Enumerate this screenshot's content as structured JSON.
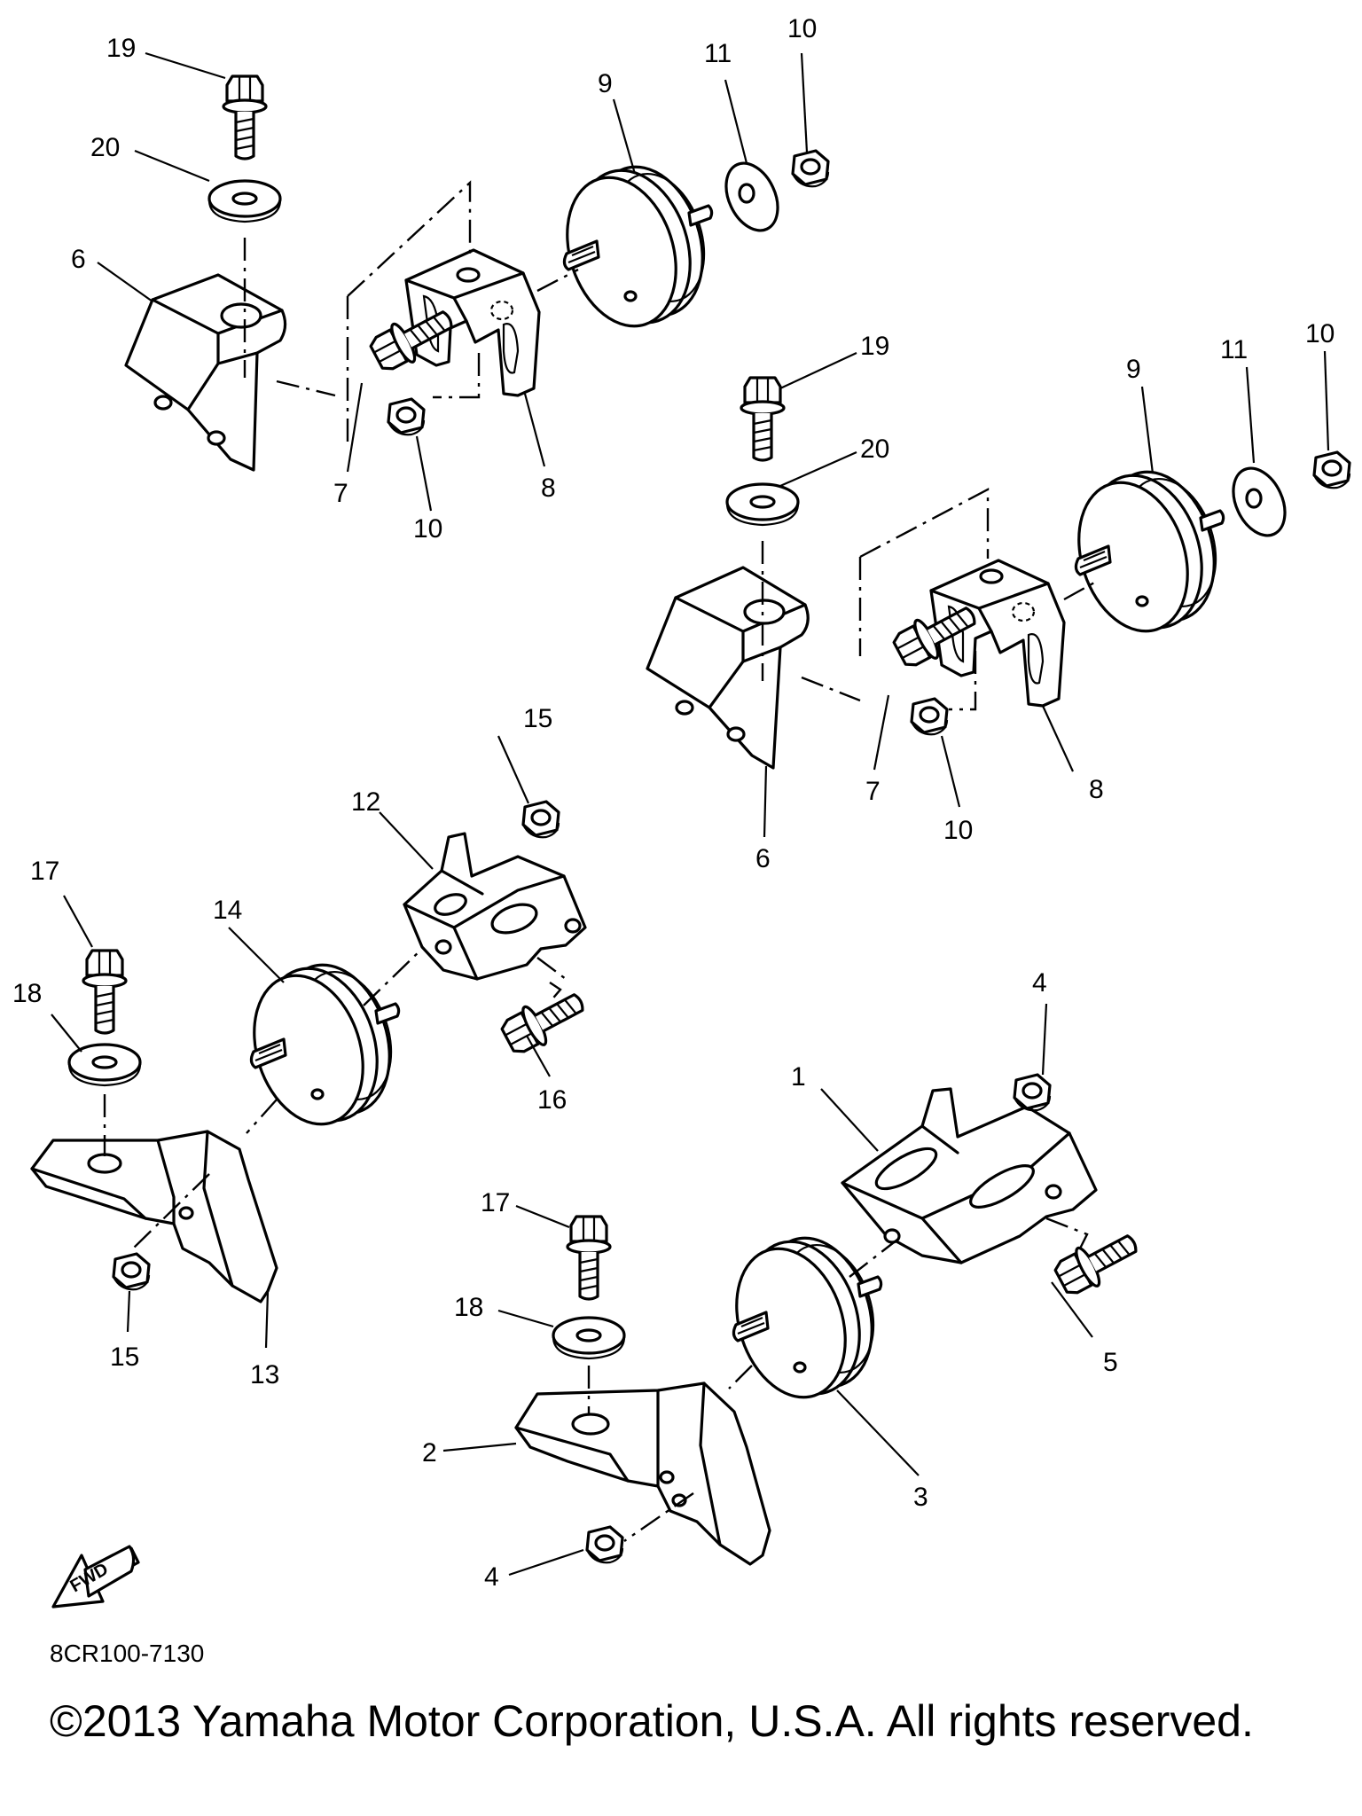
{
  "figure_code": "8CR100-7130",
  "copyright": "©2013 Yamaha Motor Corporation, U.S.A. All rights reserved.",
  "fwd_label": "FWD",
  "callouts": {
    "c1": "1",
    "c2": "2",
    "c3": "3",
    "c4a": "4",
    "c4b": "4",
    "c5": "5",
    "c6a": "6",
    "c6b": "6",
    "c7a": "7",
    "c7b": "7",
    "c8a": "8",
    "c8b": "8",
    "c9a": "9",
    "c9b": "9",
    "c10a": "10",
    "c10b": "10",
    "c10c": "10",
    "c10d": "10",
    "c11a": "11",
    "c11b": "11",
    "c12": "12",
    "c13": "13",
    "c14": "14",
    "c15a": "15",
    "c15b": "15",
    "c16": "16",
    "c17a": "17",
    "c17b": "17",
    "c18a": "18",
    "c18b": "18",
    "c19a": "19",
    "c19b": "19",
    "c20a": "20",
    "c20b": "20"
  }
}
